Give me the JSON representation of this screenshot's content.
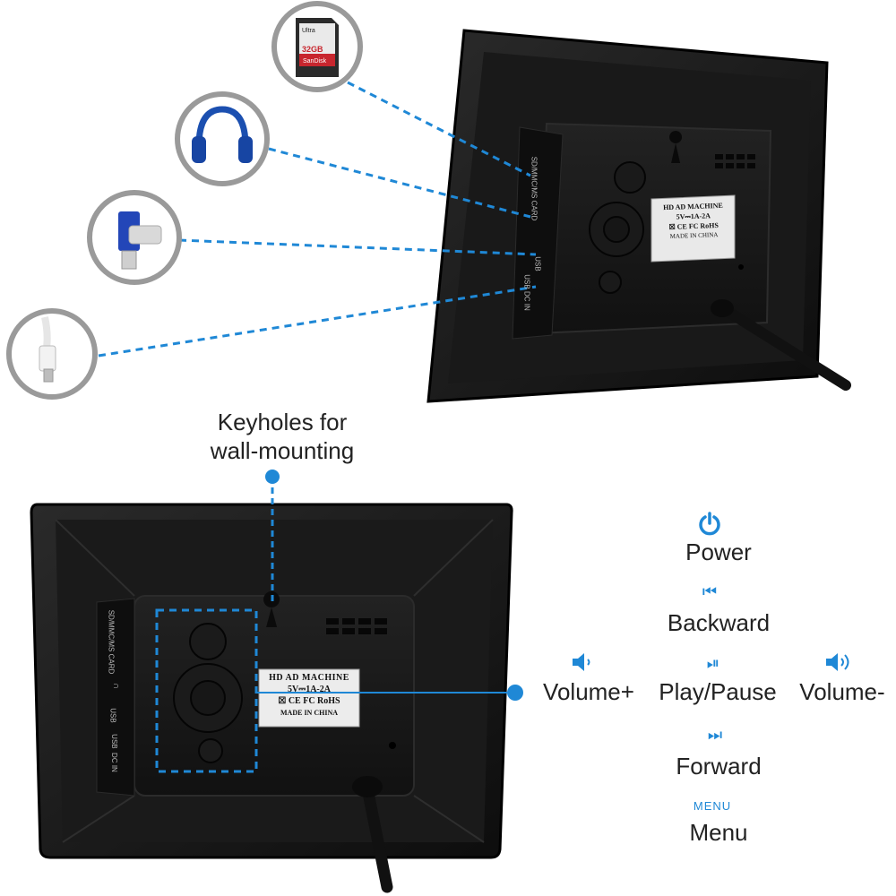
{
  "accessories": {
    "sd_card": {
      "brand": "SanDisk",
      "line": "Ultra",
      "capacity": "32",
      "capacity_unit": "GB"
    },
    "headphones": {
      "icon": "headphones-icon"
    },
    "usb_drive": {
      "icon": "usb-drive-icon"
    },
    "dc_cable": {
      "icon": "dc-cable-icon"
    }
  },
  "top_frame": {
    "port_labels": [
      "SD/MMC/MS CARD",
      "USB",
      "USB DC IN"
    ],
    "sticker": {
      "title": "HD AD MACHINE",
      "power": "5V⎓1A-2A",
      "marks": "☒ CE FC RoHS",
      "made_in": "MADE IN CHINA"
    }
  },
  "callout": {
    "keyholes": "Keyholes for\nwall-mounting"
  },
  "bottom_frame": {
    "port_labels": [
      "SD/MMC/MS CARD",
      "∩",
      "USB",
      "USB  DC IN"
    ],
    "sticker": {
      "title": "HD AD MACHINE",
      "power": "5V⎓1A-2A",
      "marks": "☒ CE FC RoHS",
      "made_in": "MADE IN CHINA"
    }
  },
  "controls": {
    "power": {
      "icon": "power-icon",
      "label": "Power"
    },
    "backward": {
      "icon": "skip-backward-icon",
      "glyph": "⏮",
      "label": "Backward"
    },
    "volume_plus": {
      "icon": "speaker-low-icon",
      "label": "Volume+"
    },
    "play_pause": {
      "icon": "play-pause-icon",
      "glyph": "⏯",
      "label": "Play/Pause"
    },
    "volume_minus": {
      "icon": "speaker-high-icon",
      "label": "Volume-"
    },
    "forward": {
      "icon": "skip-forward-icon",
      "glyph": "⏭",
      "label": "Forward"
    },
    "menu": {
      "icon_text": "MENU",
      "label": "Menu"
    }
  },
  "colors": {
    "accent": "#1f88d6",
    "frame": "#1b1b1b",
    "circle_border": "#9a9a9a"
  }
}
